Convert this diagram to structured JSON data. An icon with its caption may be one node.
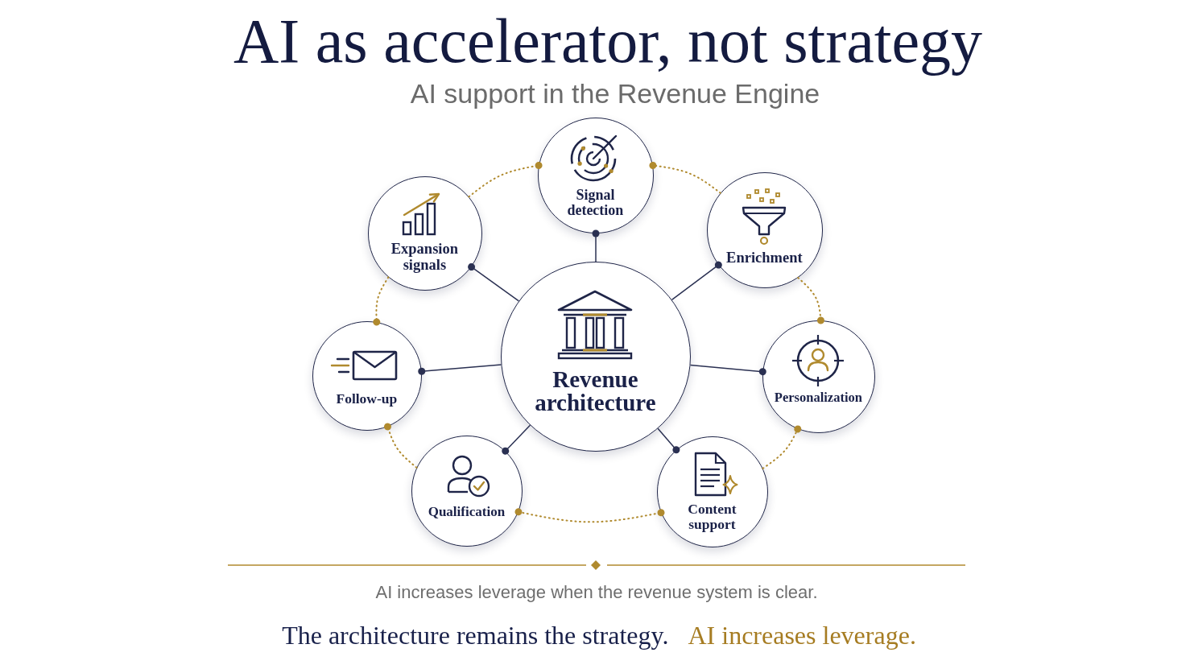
{
  "diagram": {
    "title": "AI as accelerator, not strategy",
    "nodes": [
      {
        "text": [
          "Signal detection"
        ]
      },
      {
        "text": [
          "Expansion signals"
        ]
      },
      {
        "text": [
          "Enrichment"
        ]
      },
      {
        "text": [
          "Revenue architecture"
        ]
      },
      {
        "text": [
          "Follow-up"
        ]
      },
      {
        "text": [
          "Personalization"
        ]
      },
      {
        "text": [
          "Qualification"
        ]
      },
      {
        "text": [
          "Content support"
        ]
      }
    ],
    "edges": [
      {
        "from": 3,
        "to": 0,
        "arrow": "other"
      },
      {
        "from": 3,
        "to": 1,
        "arrow": "other"
      },
      {
        "from": 3,
        "to": 2,
        "arrow": "other"
      },
      {
        "from": 3,
        "to": 4,
        "arrow": "other"
      },
      {
        "from": 3,
        "to": 5,
        "arrow": "other"
      },
      {
        "from": 3,
        "to": 6,
        "arrow": "other"
      },
      {
        "from": 3,
        "to": 7,
        "arrow": "other"
      },
      {
        "from": 1,
        "to": 0,
        "arrow": "other",
        "style": "dashed",
        "color": "#b08a2e"
      },
      {
        "from": 2,
        "to": 0,
        "arrow": "other",
        "style": "dashed",
        "color": "#b08a2e"
      },
      {
        "from": 2,
        "to": 5,
        "arrow": "other",
        "style": "dashed",
        "color": "#b08a2e"
      },
      {
        "from": 7,
        "to": 5,
        "arrow": "other",
        "style": "dashed",
        "color": "#b08a2e"
      },
      {
        "from": 6,
        "to": 7,
        "arrow": "other",
        "style": "dashed",
        "color": "#b08a2e"
      },
      {
        "from": 6,
        "to": 4,
        "arrow": "other",
        "style": "dashed",
        "color": "#b08a2e"
      },
      {
        "from": 1,
        "to": 4,
        "arrow": "other",
        "style": "dashed",
        "color": "#b08a2e"
      }
    ],
    "labels": [
      "AI support in the Revenue Engine",
      "AI increases leverage when the revenue system is clear.",
      "The architecture remains the strategy.",
      "AI increases leverage."
    ]
  }
}
